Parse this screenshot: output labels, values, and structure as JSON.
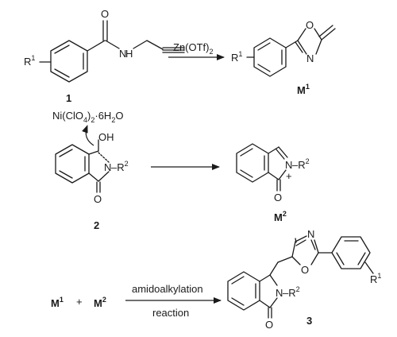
{
  "reaction1": {
    "condition": "Zn(OTf)",
    "condition_sub": "2",
    "reactant_label": "1",
    "product_label": "M",
    "product_sup": "1",
    "atoms": {
      "o": "O",
      "n": "N",
      "h": "H",
      "r": "R",
      "r_sup": "1"
    }
  },
  "reaction2": {
    "catalyst": "Ni(ClO",
    "catalyst_sub": "4",
    "catalyst_tail": ")",
    "catalyst_sub2": "2",
    "catalyst_hydrate": "·6H",
    "catalyst_sub3": "2",
    "catalyst_o": "O",
    "reactant_label": "2",
    "product_label": "M",
    "product_sup": "2",
    "atoms": {
      "oh": "OH",
      "n": "N",
      "r": "–R",
      "r_sup": "2",
      "o": "O",
      "plus": "+"
    }
  },
  "reaction3": {
    "reactant_a": "M",
    "reactant_a_sup": "1",
    "plus": "+",
    "reactant_b": "M",
    "reactant_b_sup": "2",
    "condition_top": "amidoalkylation",
    "condition_bottom": "reaction",
    "product_label": "3",
    "atoms": {
      "n": "N",
      "o": "O",
      "r2": "–R",
      "r2_sup": "2",
      "r1": "R",
      "r1_sup": "1"
    }
  }
}
